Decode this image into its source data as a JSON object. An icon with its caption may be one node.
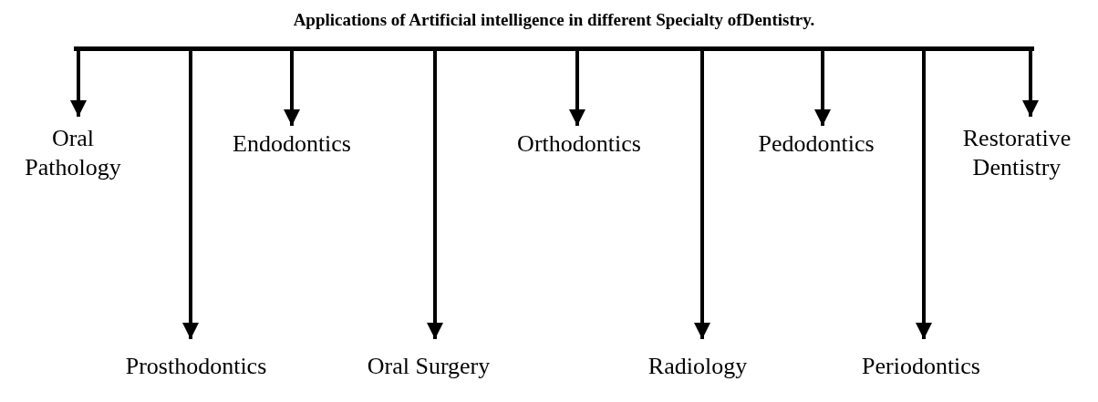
{
  "diagram": {
    "nodes": [
      {
        "text": [
          "Applications of Artificial intelligence in different Specialty ofDentistry."
        ]
      },
      {
        "text": [
          "Oral Pathology"
        ]
      },
      {
        "text": [
          "Prosthodontics"
        ]
      },
      {
        "text": [
          "Endodontics"
        ]
      },
      {
        "text": [
          "Oral Surgery"
        ]
      },
      {
        "text": [
          "Orthodontics"
        ]
      },
      {
        "text": [
          "Radiology"
        ]
      },
      {
        "text": [
          "Pedodontics"
        ]
      },
      {
        "text": [
          "Periodontics"
        ]
      },
      {
        "text": [
          "Restorative Dentistry"
        ]
      }
    ],
    "edges": [
      {
        "from": 0,
        "to": 1,
        "arrow": "to"
      },
      {
        "from": 0,
        "to": 2,
        "arrow": "to"
      },
      {
        "from": 0,
        "to": 3,
        "arrow": "to"
      },
      {
        "from": 0,
        "to": 4,
        "arrow": "to"
      },
      {
        "from": 0,
        "to": 5,
        "arrow": "to"
      },
      {
        "from": 0,
        "to": 6,
        "arrow": "to"
      },
      {
        "from": 0,
        "to": 7,
        "arrow": "to"
      },
      {
        "from": 0,
        "to": 8,
        "arrow": "to"
      },
      {
        "from": 0,
        "to": 9,
        "arrow": "to"
      }
    ]
  }
}
